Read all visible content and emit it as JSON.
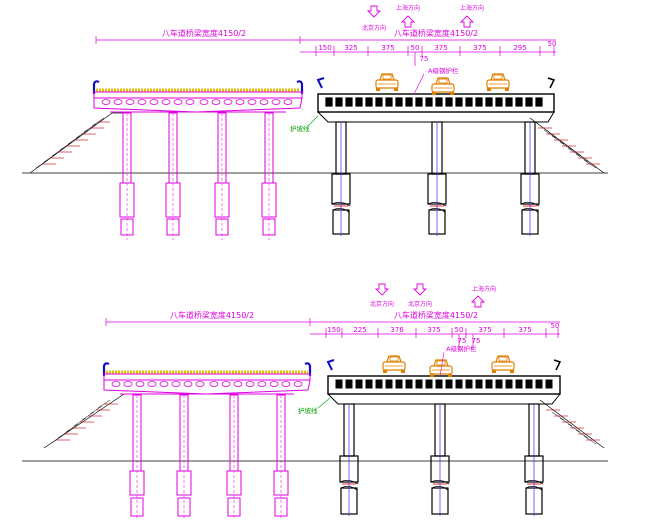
{
  "panels": [
    {
      "left_width_label": "八车道桥梁宽度4150/2",
      "right_width_label": "八车道桥梁宽度4150/2",
      "direction_labels": [
        "北京方向",
        "上海方向",
        "上海方向"
      ],
      "dims": [
        "150",
        "325",
        "375",
        "50",
        "375",
        "375",
        "295",
        "50"
      ],
      "sub_dims": [
        "75"
      ],
      "guardrail_label": "A级钢护栏",
      "slope_label": "护坡线"
    },
    {
      "left_width_label": "八车道桥梁宽度4150/2",
      "right_width_label": "八车道桥梁宽度4150/2",
      "direction_labels": [
        "北京方向",
        "北京方向",
        "上海方向"
      ],
      "dims": [
        "150",
        "225",
        "376",
        "375",
        "50",
        "375",
        "375",
        "50"
      ],
      "sub_dims": [
        "75",
        "75"
      ],
      "guardrail_label": "A级钢护栏",
      "slope_label": "护坡线"
    }
  ],
  "colors": {
    "left_structure": "#e000e0",
    "right_structure": "#000000",
    "guardrail": "#1010c0",
    "pavement": "#e0c000",
    "car": "#e08000",
    "centerline": "#3030ff",
    "ground": "#000000"
  }
}
